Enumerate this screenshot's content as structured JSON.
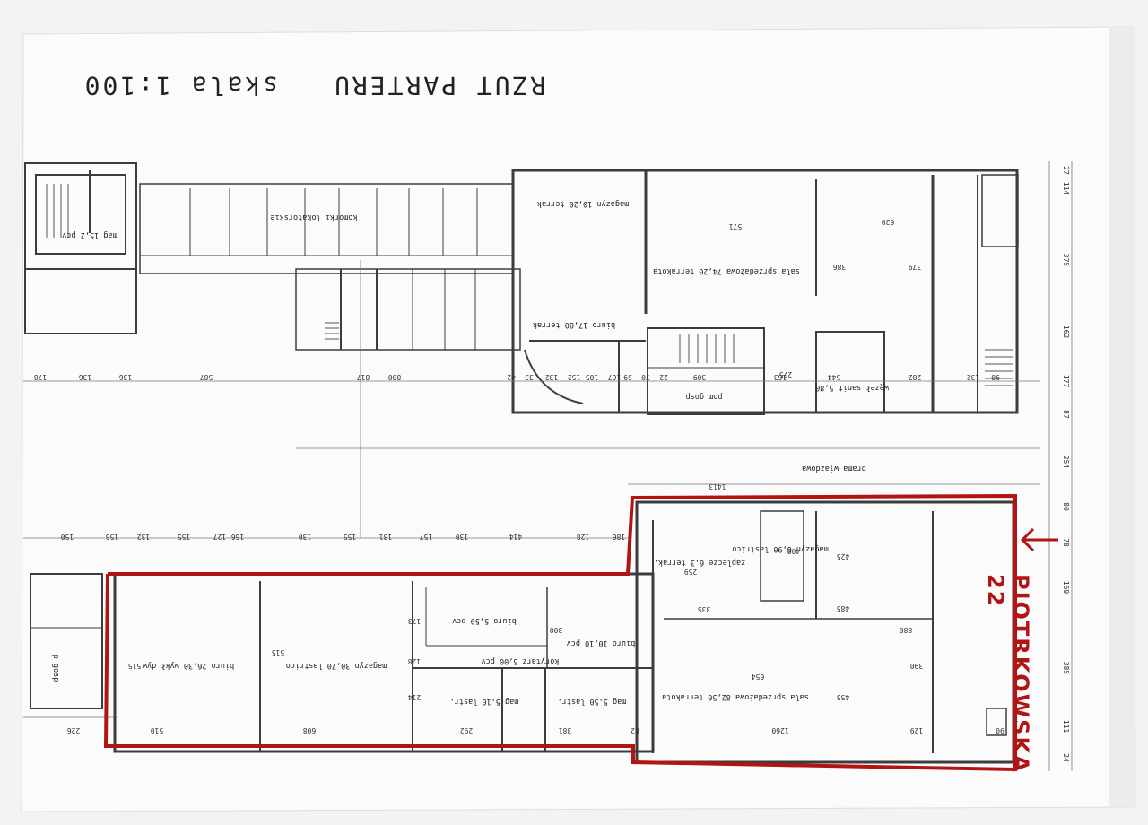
{
  "sheet": {
    "title": "RZUT PARTERU",
    "scale": "skala 1:100"
  },
  "annotation": {
    "street": "PIOTRKOWSKA 22"
  },
  "rooms": {
    "biuro_office": "biuro 26,30 wykł dyw",
    "magazyn_main": "magazyn 30,70 lastrico",
    "biuro_small": "biuro 5,50 pcv",
    "korytarz": "korytarz 5,00 pcv",
    "biuro_mid": "biuro 10,10 pcv",
    "mag_1": "mag 5,10 lastr.",
    "mag_2": "mag 5,50 lastr.",
    "sala": "sala sprzedażowa 82,50 terrakota",
    "zaplecze": "zaplecze 6,3 terrak.",
    "magazyn_east": "magazyn 6,90 lastrico",
    "sala_north": "sala sprzedażowa 74,20 terrakota",
    "magazyn_north": "magazyn 10,20 terrak",
    "biuro_north": "biuro 17,80 terrak",
    "pom_gosp": "pom gosp",
    "wezel": "węzeł sanit 5,80",
    "komorki": "komórki lokatorskie",
    "brama": "brama wjazdowa",
    "mag_pcv": "mag 15,2 pcv",
    "p_gosp": "p gosp"
  },
  "dimensions": {
    "top_row": [
      "178",
      "136",
      "136",
      "587",
      "817",
      "800",
      "42",
      "33",
      "132",
      "152",
      "105",
      "167",
      "59",
      "70",
      "22",
      "309",
      "163",
      "544",
      "282",
      "132",
      "90"
    ],
    "mid_row": [
      "150",
      "156",
      "132",
      "155",
      "127",
      "166",
      "130",
      "155",
      "131",
      "157",
      "130",
      "414",
      "128",
      "186"
    ],
    "right_col": [
      "27",
      "114",
      "375",
      "162",
      "177",
      "87",
      "254",
      "80",
      "78",
      "169",
      "385",
      "111",
      "24"
    ],
    "left_col": [
      "226",
      "510",
      "608",
      "292",
      "381",
      "82",
      "1260",
      "90"
    ],
    "misc": [
      "1413",
      "515",
      "515",
      "173",
      "128",
      "214",
      "300",
      "425",
      "485",
      "880",
      "390",
      "455",
      "129",
      "400",
      "259",
      "335",
      "654",
      "571",
      "620",
      "386",
      "379",
      "275"
    ]
  },
  "walls": {
    "color": "#3c3c3c"
  },
  "outline": {
    "color": "#b21414"
  }
}
